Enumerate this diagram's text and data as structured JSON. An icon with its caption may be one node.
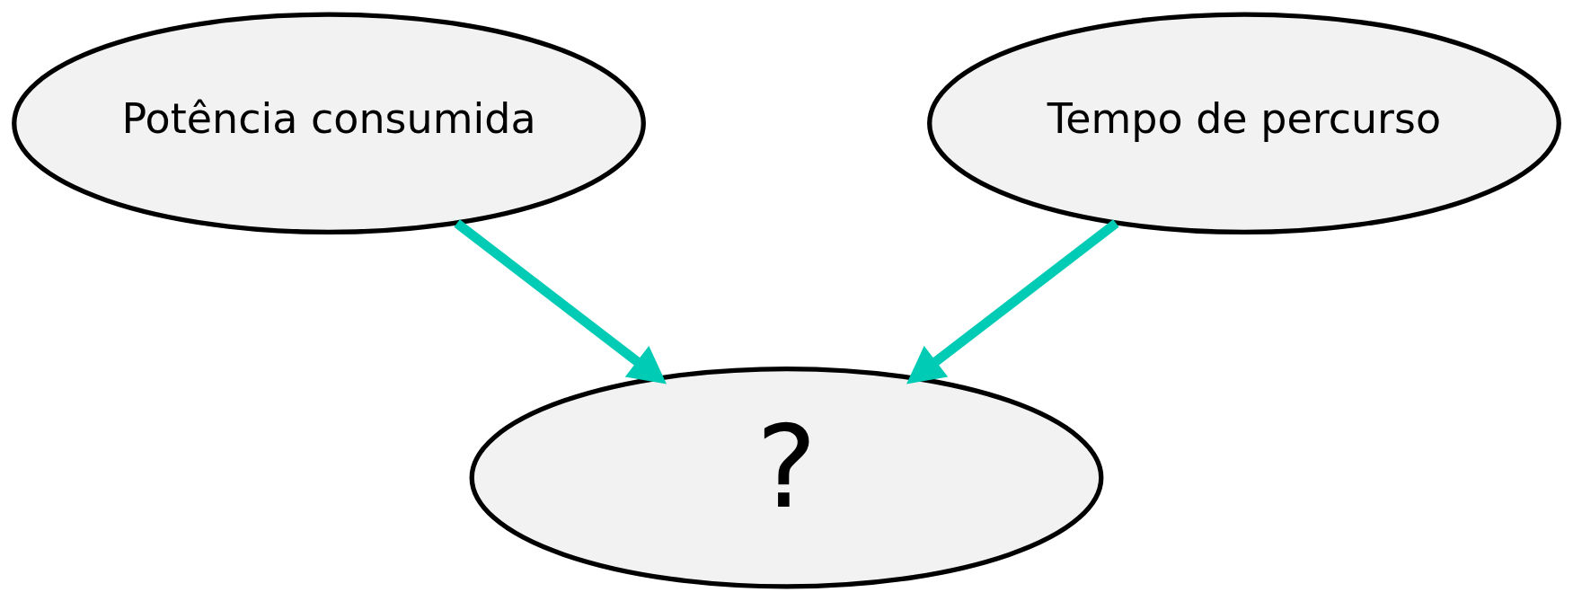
{
  "diagram": {
    "nodes": [
      {
        "text": [
          "Potência consumida"
        ]
      },
      {
        "text": [
          "Tempo de percurso"
        ]
      },
      {
        "text": [
          "?"
        ]
      }
    ],
    "edges": [
      {
        "from": 0,
        "to": 2,
        "arrow": "to"
      },
      {
        "from": 1,
        "to": 2,
        "arrow": "to"
      }
    ]
  }
}
